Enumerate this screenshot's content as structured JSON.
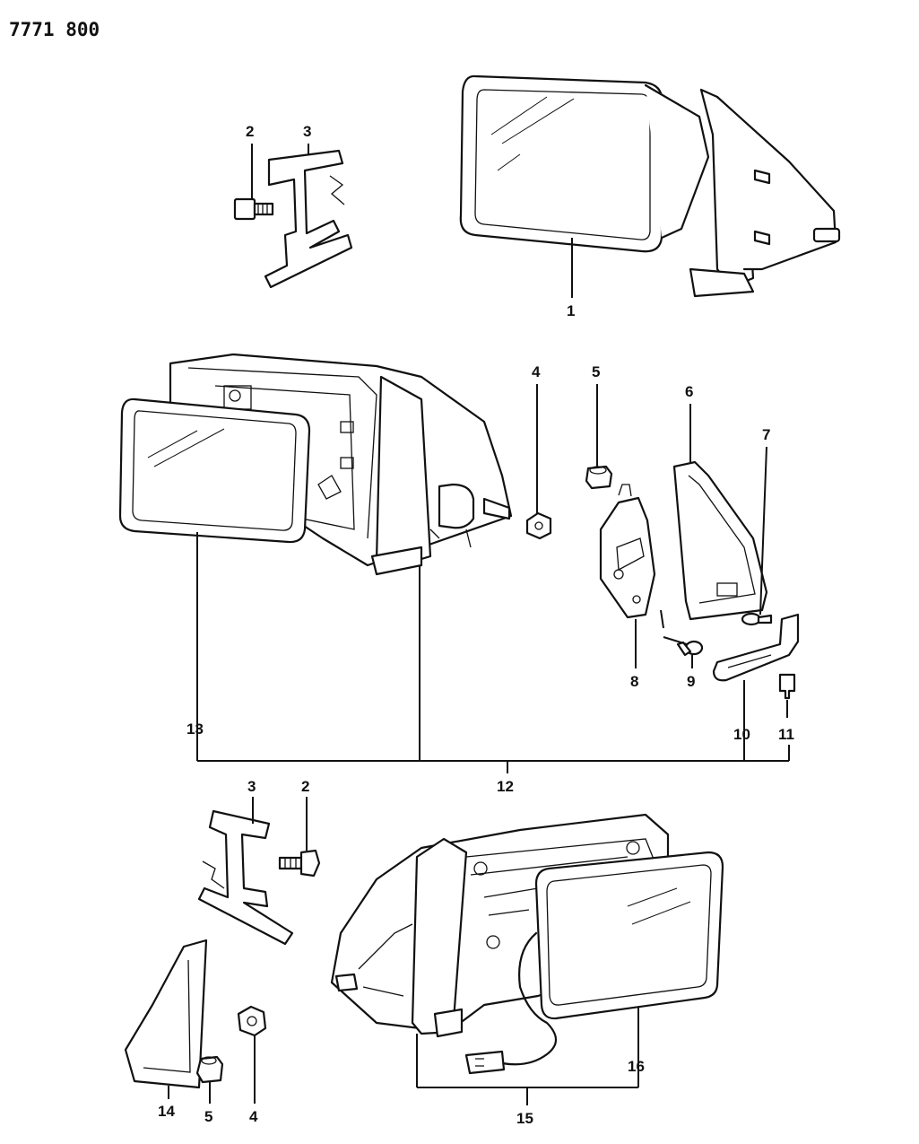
{
  "header": {
    "code": "7771 800"
  },
  "callouts": {
    "top_bolt": "2",
    "top_bracket": "3",
    "mirror_assembly": "1",
    "nut_4": "4",
    "grommet_5": "5",
    "cover_6": "6",
    "screw_7": "7",
    "plate_8": "8",
    "screw_9": "9",
    "lever_10": "10",
    "screw_11": "11",
    "glass_13": "13",
    "assembly_12": "12",
    "bot_bracket_3": "3",
    "bot_bolt_2": "2",
    "cover_14": "14",
    "grommet_5b": "5",
    "nut_4b": "4",
    "assembly_15": "15",
    "glass_16": "16"
  }
}
